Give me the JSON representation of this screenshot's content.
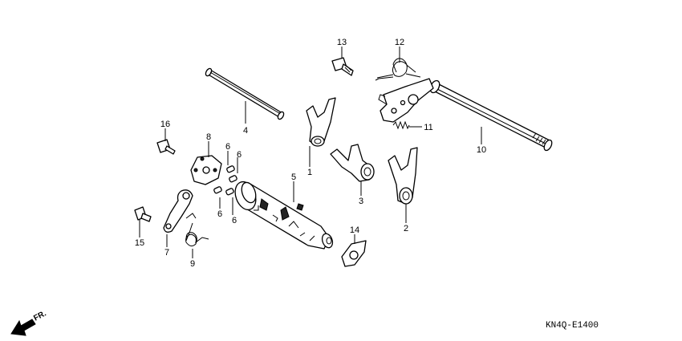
{
  "callouts": [
    {
      "id": "c13",
      "text": "13"
    },
    {
      "id": "c12",
      "text": "12"
    },
    {
      "id": "c4",
      "text": "4"
    },
    {
      "id": "c16",
      "text": "16"
    },
    {
      "id": "c8",
      "text": "8"
    },
    {
      "id": "c6a",
      "text": "6"
    },
    {
      "id": "c6b",
      "text": "6"
    },
    {
      "id": "c6c",
      "text": "6"
    },
    {
      "id": "c6d",
      "text": "6"
    },
    {
      "id": "c1",
      "text": "1"
    },
    {
      "id": "c11",
      "text": "11"
    },
    {
      "id": "c10",
      "text": "10"
    },
    {
      "id": "c5",
      "text": "5"
    },
    {
      "id": "c3",
      "text": "3"
    },
    {
      "id": "c2",
      "text": "2"
    },
    {
      "id": "c14",
      "text": "14"
    },
    {
      "id": "c15",
      "text": "15"
    },
    {
      "id": "c7",
      "text": "7"
    },
    {
      "id": "c9",
      "text": "9"
    }
  ],
  "direction_label": "FR.",
  "diagram_code": "KN4Q-E1400"
}
